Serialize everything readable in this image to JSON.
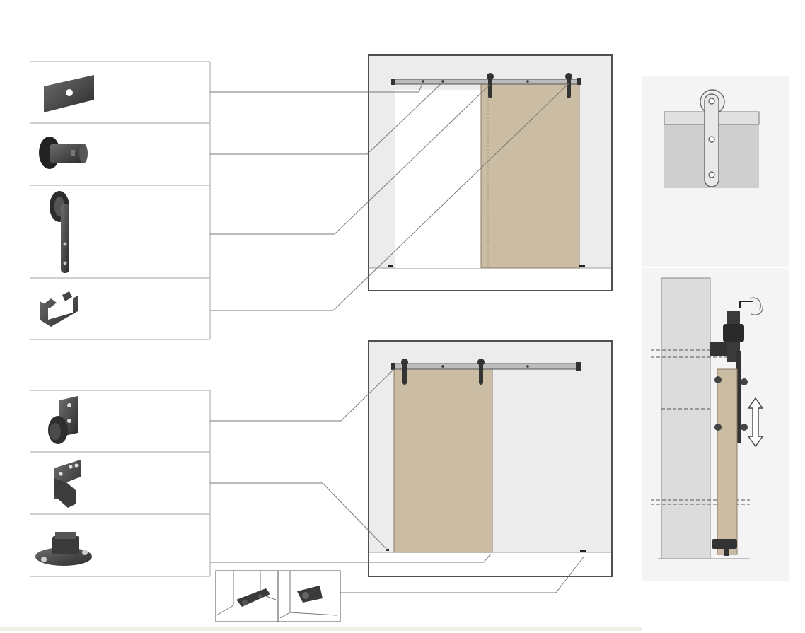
{
  "title": "",
  "colors": {
    "panel_bg": "#ececec",
    "panel_border": "#505050",
    "door": "#cbbda4",
    "hardware": "#3a3a3a",
    "rail": "#bcbcbc",
    "leader": "#666666",
    "wall": "#dcdcdc",
    "side_panel_bg": "#f4f4f4"
  },
  "parts": [
    {
      "id": "spacer",
      "icon": "spacer-plate-icon"
    },
    {
      "id": "end-stop",
      "icon": "end-stop-icon"
    },
    {
      "id": "hanger",
      "icon": "door-hanger-icon"
    },
    {
      "id": "clip",
      "icon": "anti-jump-clip-icon"
    },
    {
      "id": "stopper",
      "icon": "door-stopper-icon"
    },
    {
      "id": "wall-guide",
      "icon": "wall-guide-bracket-icon"
    },
    {
      "id": "floor-guide",
      "icon": "floor-guide-icon"
    }
  ],
  "views": {
    "top": "closed-door-front-view",
    "bottom": "open-door-front-view",
    "detail_top": "hanger-detail",
    "detail_bottom": "side-section-view",
    "inset": "floor-guide-installation"
  }
}
